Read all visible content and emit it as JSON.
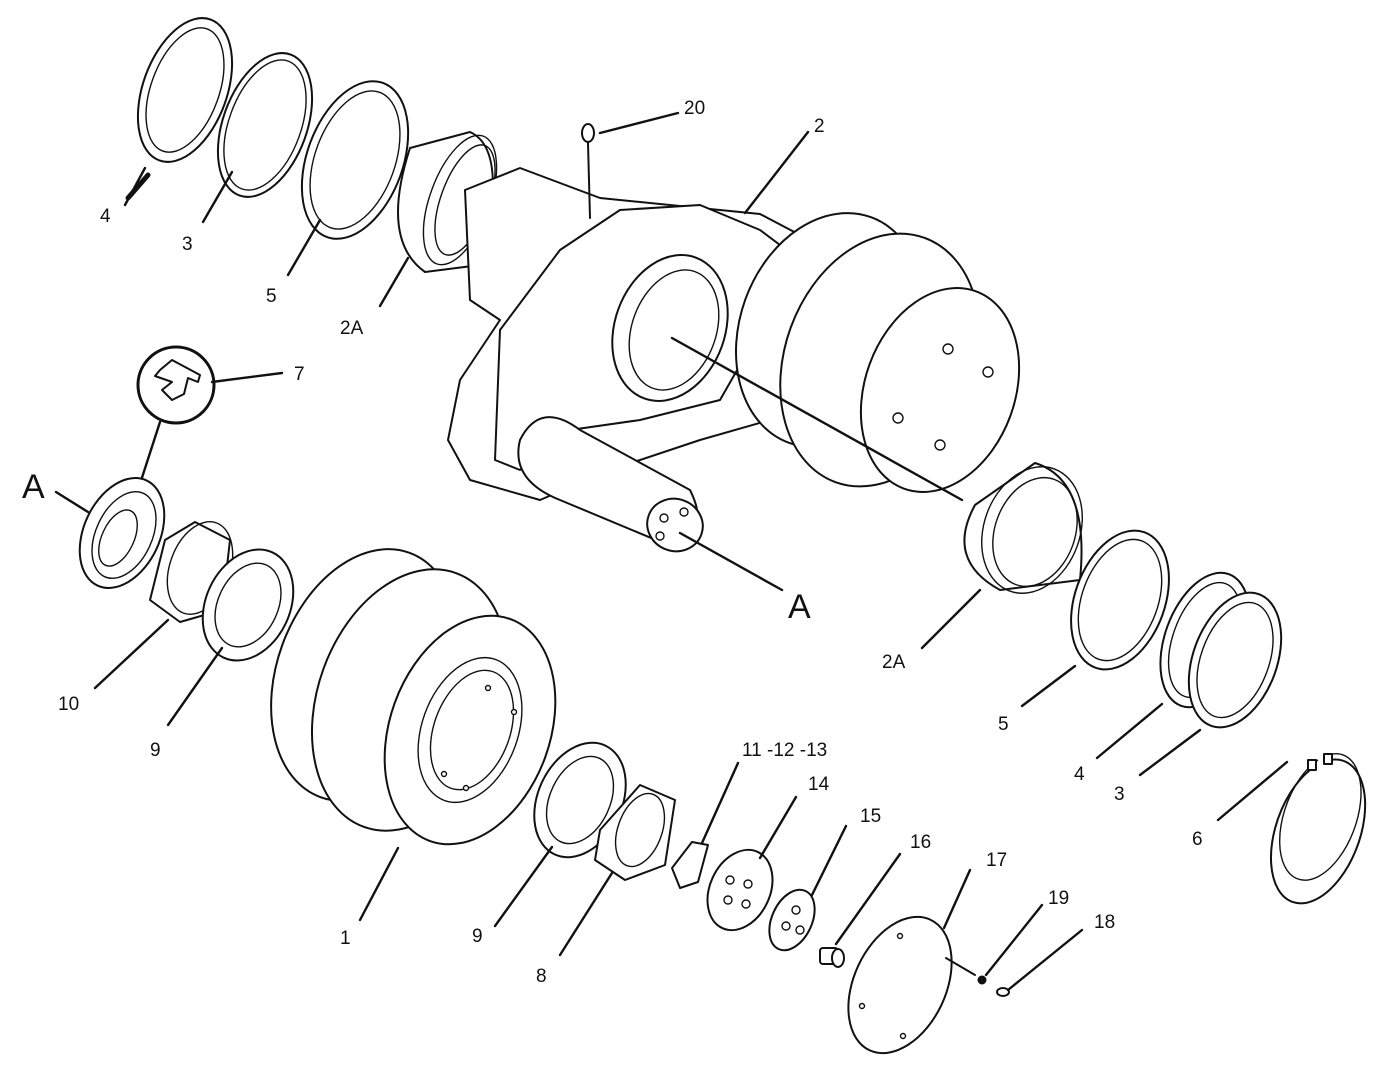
{
  "callouts": {
    "c20": "20",
    "c2": "2",
    "c4_top": "4",
    "c3_top": "3",
    "c5_top": "5",
    "c2a_top": "2A",
    "c7": "7",
    "a_left": "A",
    "a_shaft": "A",
    "c10": "10",
    "c9_left": "9",
    "c2a_right": "2A",
    "c5_right": "5",
    "c4_right": "4",
    "c3_right": "3",
    "c6": "6",
    "c11_12_13": "11 -12 -13",
    "c14": "14",
    "c15": "15",
    "c16": "16",
    "c17": "17",
    "c19": "19",
    "c18": "18",
    "c1": "1",
    "c9_bottom": "9",
    "c8": "8"
  }
}
